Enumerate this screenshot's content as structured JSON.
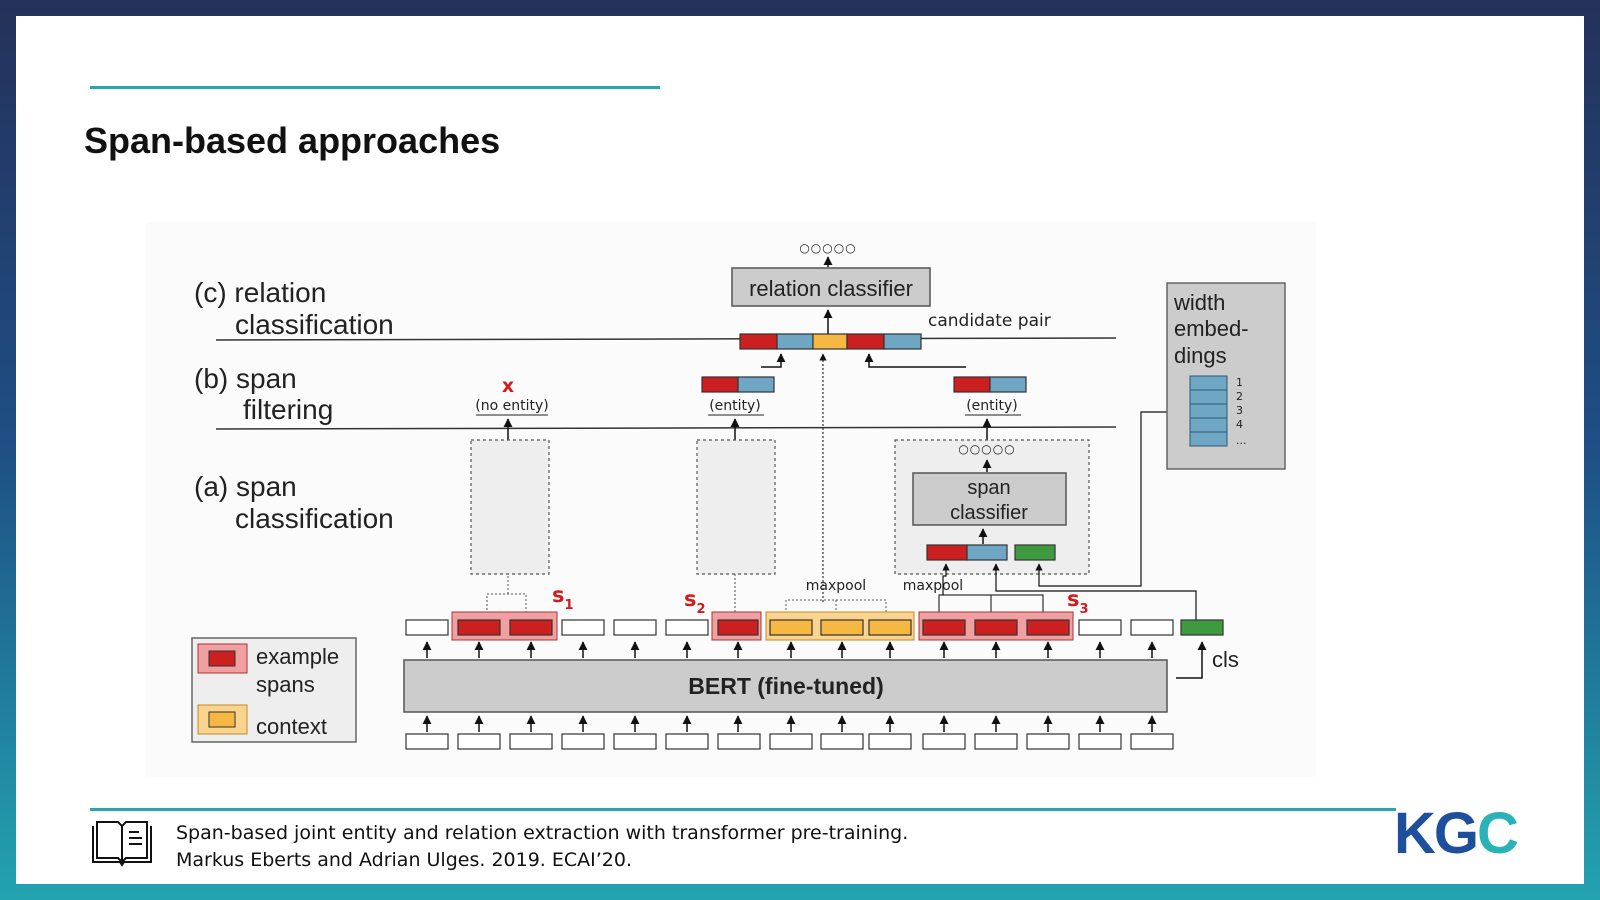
{
  "slide": {
    "title": "Span-based approaches",
    "citation": {
      "line1": "Span-based joint entity and relation extraction with transformer pre-training.",
      "line2": "Markus Eberts and Adrian Ulges. 2019. ECAI’20."
    },
    "logo": {
      "part1": "KG",
      "part2": "C"
    }
  },
  "diagram": {
    "stage_c": {
      "line1": "(c) relation",
      "line2": "classification"
    },
    "stage_b": {
      "line1": "(b) span",
      "line2": "filtering"
    },
    "stage_a": {
      "line1": "(a) span",
      "line2": "classification"
    },
    "relation_classifier": "relation classifier",
    "candidate_pair": "candidate pair",
    "span_classifier": {
      "line1": "span",
      "line2": "classifier"
    },
    "no_entity_mark": "x",
    "no_entity": "(no entity)",
    "entity": "(entity)",
    "maxpool": "maxpool",
    "bert": "BERT (fine-tuned)",
    "cls": "cls",
    "outputs": "○○○○○",
    "span_labels": {
      "s": "s",
      "s1": "1",
      "s2": "2",
      "s3": "3"
    },
    "width_embeddings": {
      "line1": "width",
      "line2": "embed-",
      "line3": "dings",
      "indices": [
        "1",
        "2",
        "3",
        "4",
        "..."
      ]
    },
    "legend": {
      "example_line1": "example",
      "example_line2": "spans",
      "context": "context"
    },
    "colors": {
      "red": "#cc1f1f",
      "blue": "#6fa6c4",
      "orange": "#f6b843",
      "green": "#3e9a3e",
      "span_red": "#f0a0a0",
      "context_bg": "#fad48f",
      "box_grey": "#cccccc"
    }
  }
}
